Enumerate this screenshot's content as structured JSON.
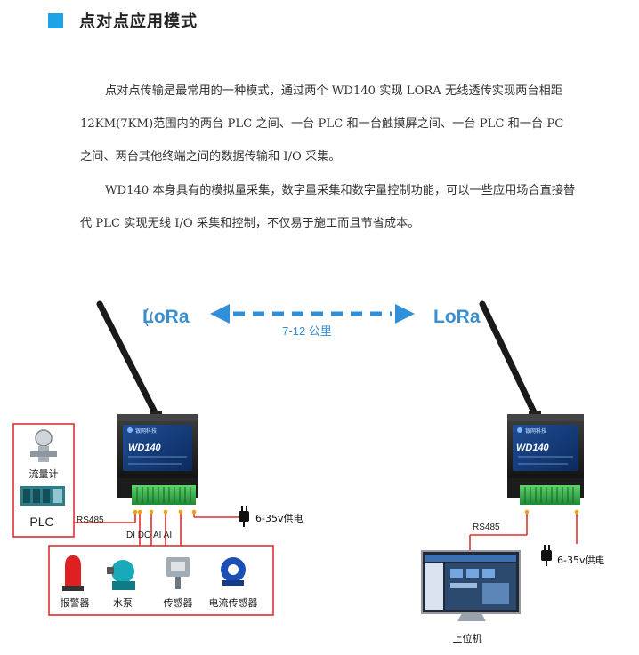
{
  "section": {
    "title": "点对点应用模式"
  },
  "paragraphs": [
    "点对点传输是最常用的一种模式，通过两个 WD140 实现 LORA 无线透传实现两台相距 12KM(7KM)范围内的两台 PLC 之间、一台 PLC 和一台触摸屏之间、一台 PLC 和一台 PC 之间、两台其他终端之间的数据传输和 I/O 采集。",
    "WD140 本身具有的模拟量采集，数字量采集和数字量控制功能，可以一些应用场合直接替代 PLC 实现无线 I/O 采集和控制，不仅易于施工而且节省成本。"
  ],
  "diagram": {
    "lora_left": "LoRa",
    "lora_right": "LoRa",
    "distance": "7-12 公里",
    "device_model": "WD140",
    "device_brand": "银网科技",
    "left_box": {
      "flowmeter": "流量计",
      "plc": "PLC"
    },
    "rs485_left": "RS485",
    "rs485_right": "RS485",
    "io_label": "DI DO AI AI",
    "power_left": "6-35v供电",
    "power_right": "6-35v供电",
    "bottom_box": [
      "报警器",
      "水泵",
      "传感器",
      "电流传感器"
    ],
    "pc_label": "上位机"
  },
  "colors": {
    "accent": "#1ea3e6",
    "red_frame": "#e03030",
    "dashed_arrow": "#2f8fd8",
    "lora_text": "#3a8fd0"
  }
}
